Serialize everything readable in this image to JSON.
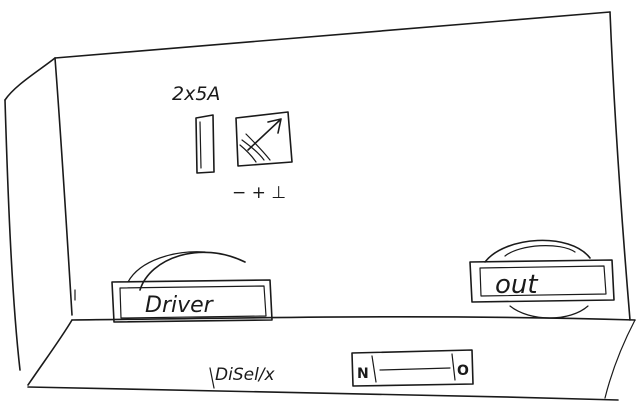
{
  "sketch": {
    "title": "",
    "fuse_label": "2x5A",
    "polarity_label": "− + ⊥",
    "driver_button_label": "Driver",
    "out_button_label": "out",
    "bottom_label": "DiSel/x",
    "switch_left_mark": "N",
    "switch_right_mark": "O"
  },
  "colors": {
    "ink": "#1a1a1a",
    "paper": "#ffffff"
  }
}
